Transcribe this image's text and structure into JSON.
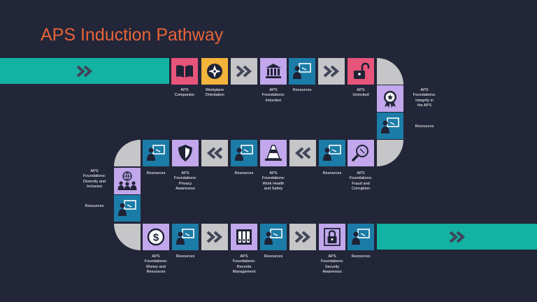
{
  "title": "APS Induction Pathway",
  "colors": {
    "background": "#222638",
    "title": "#E8643A",
    "teal": "#13B2A2",
    "blue": "#1B7CA8",
    "lavender": "#C2A7EC",
    "grey": "#C6C6C8",
    "pink": "#E7557B",
    "yellow": "#F2B43A",
    "label": "#FFFFFF"
  },
  "path": {
    "row1": [
      {
        "type": "start-bar",
        "icon": "double-chevron-right-icon"
      },
      {
        "type": "step",
        "color": "pink",
        "icon": "open-book-icon",
        "label": "APS\nCompanion"
      },
      {
        "type": "step",
        "color": "yellow",
        "icon": "compass-icon",
        "label": "Workplace\nOrientation"
      },
      {
        "type": "arrow",
        "color": "grey",
        "icon": "double-chevron-right-icon"
      },
      {
        "type": "step",
        "color": "lavender",
        "icon": "government-building-icon",
        "label": "APS\nFoundations:\nInduction"
      },
      {
        "type": "step",
        "color": "blue",
        "icon": "presenter-screen-icon",
        "label": "Resources"
      },
      {
        "type": "arrow",
        "color": "grey",
        "icon": "double-chevron-right-icon"
      },
      {
        "type": "step",
        "color": "pink",
        "icon": "unlocked-padlock-icon",
        "label": "APS\nUnlocked"
      }
    ],
    "right_column": [
      {
        "type": "step",
        "color": "lavender",
        "icon": "award-badge-icon",
        "label": "APS\nFoundations:\nIntegrity in\nthe APS"
      },
      {
        "type": "step",
        "color": "blue",
        "icon": "presenter-screen-icon",
        "label": "Resources"
      }
    ],
    "row2": [
      {
        "type": "step",
        "color": "blue",
        "icon": "presenter-screen-icon",
        "label": "Resources"
      },
      {
        "type": "step",
        "color": "lavender",
        "icon": "shield-icon",
        "label": "APS\nFoundations:\nPrivacy\nAwareness"
      },
      {
        "type": "arrow",
        "color": "grey",
        "icon": "double-chevron-left-icon"
      },
      {
        "type": "step",
        "color": "blue",
        "icon": "presenter-screen-icon",
        "label": "Resources"
      },
      {
        "type": "step",
        "color": "lavender",
        "icon": "safety-cone-icon",
        "label": "APS\nFoundations:\nWork Health\nand Safety"
      },
      {
        "type": "arrow",
        "color": "grey",
        "icon": "double-chevron-left-icon"
      },
      {
        "type": "step",
        "color": "blue",
        "icon": "presenter-screen-icon",
        "label": "Resources"
      },
      {
        "type": "step",
        "color": "lavender",
        "icon": "magnifier-icon",
        "label": "APS\nFoundations:\nFraud  and\nCorruption"
      }
    ],
    "left_column": [
      {
        "type": "step",
        "color": "lavender",
        "icon": "diversity-people-icon",
        "label": "APS\nFoundations:\nDiversity and\nInclusion"
      },
      {
        "type": "step",
        "color": "blue",
        "icon": "presenter-screen-icon",
        "label": "Resources"
      }
    ],
    "row3": [
      {
        "type": "step",
        "color": "lavender",
        "icon": "money-coin-icon",
        "label": "APS\nFoundations:\nMoney and\nResources"
      },
      {
        "type": "step",
        "color": "blue",
        "icon": "presenter-screen-icon",
        "label": "Resources"
      },
      {
        "type": "arrow",
        "color": "grey",
        "icon": "double-chevron-right-icon"
      },
      {
        "type": "step",
        "color": "lavender",
        "icon": "filing-cabinet-icon",
        "label": "APS\nFoundations:\nRecords\nManagement"
      },
      {
        "type": "step",
        "color": "blue",
        "icon": "presenter-screen-icon",
        "label": "Resources"
      },
      {
        "type": "arrow",
        "color": "grey",
        "icon": "double-chevron-right-icon"
      },
      {
        "type": "step",
        "color": "lavender",
        "icon": "locked-padlock-icon",
        "label": "APS\nFoundations:\nSecurity\nAwareness"
      },
      {
        "type": "step",
        "color": "blue",
        "icon": "presenter-screen-icon",
        "label": "Resources"
      },
      {
        "type": "end-bar",
        "icon": "double-chevron-right-icon"
      }
    ]
  }
}
